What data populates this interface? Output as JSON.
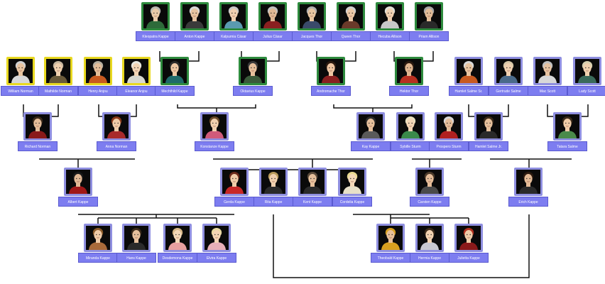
{
  "people": [
    {
      "id": "kleopatra",
      "name": "Kleopatra Kappe",
      "frame": "green",
      "skin": "#e8c9a8",
      "hair": "#b8b8b0",
      "shirt": "#2e6b3a"
    },
    {
      "id": "anton",
      "name": "Anton Kappe",
      "frame": "green",
      "skin": "#e6c3a0",
      "hair": "#d8d8d8",
      "shirt": "#3a3a3a"
    },
    {
      "id": "kalpurnia",
      "name": "Kalpurnia Cäsar",
      "frame": "green",
      "skin": "#f0cfb0",
      "hair": "#c8c8c8",
      "shirt": "#5a9ab0"
    },
    {
      "id": "julius",
      "name": "Julius Cäsar",
      "frame": "green",
      "skin": "#e0b894",
      "hair": "#c0c0c0",
      "shirt": "#8a2020"
    },
    {
      "id": "jacques",
      "name": "Jacques Thor",
      "frame": "green",
      "skin": "#e8c6a2",
      "hair": "#b0b0b0",
      "shirt": "#3a4a6a"
    },
    {
      "id": "queen",
      "name": "Queen Thor",
      "frame": "green",
      "skin": "#ecc8a6",
      "hair": "#d0d0d0",
      "shirt": "#6a3a2a"
    },
    {
      "id": "hecuba",
      "name": "Hecuba Allison",
      "frame": "green",
      "skin": "#f0d0b0",
      "hair": "#e0e0d8",
      "shirt": "#c8c8c8"
    },
    {
      "id": "priam",
      "name": "Priam Allison",
      "frame": "green",
      "skin": "#e2bc98",
      "hair": "#a8a8a8",
      "shirt": "#2a2a2a"
    },
    {
      "id": "william",
      "name": "William Norman",
      "frame": "yellow",
      "skin": "#e8c4a0",
      "hair": "#d0d0d0",
      "shirt": "#d8d8d8"
    },
    {
      "id": "mathilde",
      "name": "Mathilde Norman",
      "frame": "yellow",
      "skin": "#f0d0ae",
      "hair": "#c8b8a0",
      "shirt": "#6a5a3a"
    },
    {
      "id": "henry",
      "name": "Henry Anjou",
      "frame": "yellow",
      "skin": "#e4bd98",
      "hair": "#b8b0a0",
      "shirt": "#c85a20"
    },
    {
      "id": "eleanor",
      "name": "Eleanor Anjou",
      "frame": "yellow",
      "skin": "#f2d4b4",
      "hair": "#e8e8e0",
      "shirt": "#d8d8d0"
    },
    {
      "id": "mechthild",
      "name": "Mechthild Kappe",
      "frame": "green",
      "skin": "#eec8a4",
      "hair": "#2a2a2a",
      "shirt": "#1f6a6a"
    },
    {
      "id": "oktavius",
      "name": "Oktavius Kappe",
      "frame": "green",
      "skin": "#e6c09c",
      "hair": "#3a3a3a",
      "shirt": "#3a5a3a"
    },
    {
      "id": "andromache",
      "name": "Andromache Thor",
      "frame": "green",
      "skin": "#eec6a2",
      "hair": "#2a1a10",
      "shirt": "#8a2020"
    },
    {
      "id": "hektor",
      "name": "Hektor Thor",
      "frame": "green",
      "skin": "#e0b690",
      "hair": "#2a1a10",
      "shirt": "#b83020"
    },
    {
      "id": "hamletsr",
      "name": "Hamlet Salme Sr.",
      "frame": "purple",
      "skin": "#e8c4a0",
      "hair": "#d8d8d8",
      "shirt": "#c85a20"
    },
    {
      "id": "gertrude",
      "name": "Gertrude Salme",
      "frame": "purple",
      "skin": "#f0d0b0",
      "hair": "#d8c8a8",
      "shirt": "#4a6a8a"
    },
    {
      "id": "mac",
      "name": "Mac Scott",
      "frame": "purple",
      "skin": "#e6c2a0",
      "hair": "#c0c0c0",
      "shirt": "#d8d8d8"
    },
    {
      "id": "lady",
      "name": "Lady Scott",
      "frame": "purple",
      "skin": "#f0d0ae",
      "hair": "#d8d0b0",
      "shirt": "#3a6a5a"
    },
    {
      "id": "richard",
      "name": "Richard Norman",
      "frame": "purple",
      "skin": "#e4bc98",
      "hair": "#3a2a1a",
      "shirt": "#8a1a1a"
    },
    {
      "id": "anna",
      "name": "Anna Norman",
      "frame": "purple",
      "skin": "#f0cca8",
      "hair": "#8a3a1a",
      "shirt": "#a82a2a"
    },
    {
      "id": "konstanze",
      "name": "Konstanze Kappe",
      "frame": "purple",
      "skin": "#f2d0ae",
      "hair": "#6a4a2a",
      "shirt": "#d05a7a"
    },
    {
      "id": "kay",
      "name": "Kay Kappe",
      "frame": "purple",
      "skin": "#e6c09c",
      "hair": "#2a2a2a",
      "shirt": "#5a5a5a"
    },
    {
      "id": "sybille",
      "name": "Sybille Sturm",
      "frame": "purple",
      "skin": "#f2d4b4",
      "hair": "#e8e0c0",
      "shirt": "#3a8a4a"
    },
    {
      "id": "prospero",
      "name": "Prospero Sturm",
      "frame": "purple",
      "skin": "#e4bc98",
      "hair": "#d8d8d8",
      "shirt": "#b02020"
    },
    {
      "id": "hamletjr",
      "name": "Hamlet Salme Jr.",
      "frame": "purple",
      "skin": "#e6c09c",
      "hair": "#3a2a1a",
      "shirt": "#2a2a2a"
    },
    {
      "id": "tatara",
      "name": "Tatara Salme",
      "frame": "purple",
      "skin": "#f0cca8",
      "hair": "#3a2a1a",
      "shirt": "#4a8a4a"
    },
    {
      "id": "albert",
      "name": "Albert Kappe",
      "frame": "purple",
      "skin": "#e2b894",
      "hair": "#1a1a1a",
      "shirt": "#a01818"
    },
    {
      "id": "gerda",
      "name": "Gerda Kappe",
      "frame": "purple",
      "skin": "#f0cca8",
      "hair": "#6a2a1a",
      "shirt": "#c82828"
    },
    {
      "id": "rita",
      "name": "Rita Kappe",
      "frame": "purple",
      "skin": "#f0d0ae",
      "hair": "#b89a5a",
      "shirt": "#2a2a2a"
    },
    {
      "id": "kent",
      "name": "Kent Kappe",
      "frame": "purple",
      "skin": "#e6c09c",
      "hair": "#5a4a3a",
      "shirt": "#2a2a2a"
    },
    {
      "id": "cordelia",
      "name": "Cordelia Kappe",
      "frame": "purple",
      "skin": "#f4d8b8",
      "hair": "#e8d890",
      "shirt": "#e8e0c8"
    },
    {
      "id": "carsten",
      "name": "Carsten Kappe",
      "frame": "purple",
      "skin": "#e4bc98",
      "hair": "#4a3a2a",
      "shirt": "#4a4a4a"
    },
    {
      "id": "erich",
      "name": "Erich Kappe",
      "frame": "purple",
      "skin": "#e2ba96",
      "hair": "#2a1a10",
      "shirt": "#2a2a2a"
    },
    {
      "id": "miranda",
      "name": "Miranda Kappe",
      "frame": "purple",
      "skin": "#f0cca8",
      "hair": "#8a5a2a",
      "shirt": "#a86a3a"
    },
    {
      "id": "hans",
      "name": "Hans Kappe",
      "frame": "purple",
      "skin": "#e6c09c",
      "hair": "#3a2a1a",
      "shirt": "#2a2a2a"
    },
    {
      "id": "desdemona",
      "name": "Desdemona Kappe",
      "frame": "purple",
      "skin": "#f4d8b8",
      "hair": "#d8b888",
      "shirt": "#e8a0a0"
    },
    {
      "id": "elvira",
      "name": "Elvira Kappe",
      "frame": "purple",
      "skin": "#f4d4b4",
      "hair": "#e8d8a0",
      "shirt": "#e8b0b8"
    },
    {
      "id": "theobald",
      "name": "Theobald Kappe",
      "frame": "purple",
      "skin": "#e8c09a",
      "hair": "#d8a020",
      "shirt": "#d8a020"
    },
    {
      "id": "hermia",
      "name": "Hermia Kappe",
      "frame": "purple",
      "skin": "#f2d2b0",
      "hair": "#3a2a1a",
      "shirt": "#c8c8d0"
    },
    {
      "id": "julietta",
      "name": "Julietta Kappe",
      "frame": "purple",
      "skin": "#f0cca8",
      "hair": "#b03020",
      "shirt": "#8a1a1a"
    }
  ]
}
